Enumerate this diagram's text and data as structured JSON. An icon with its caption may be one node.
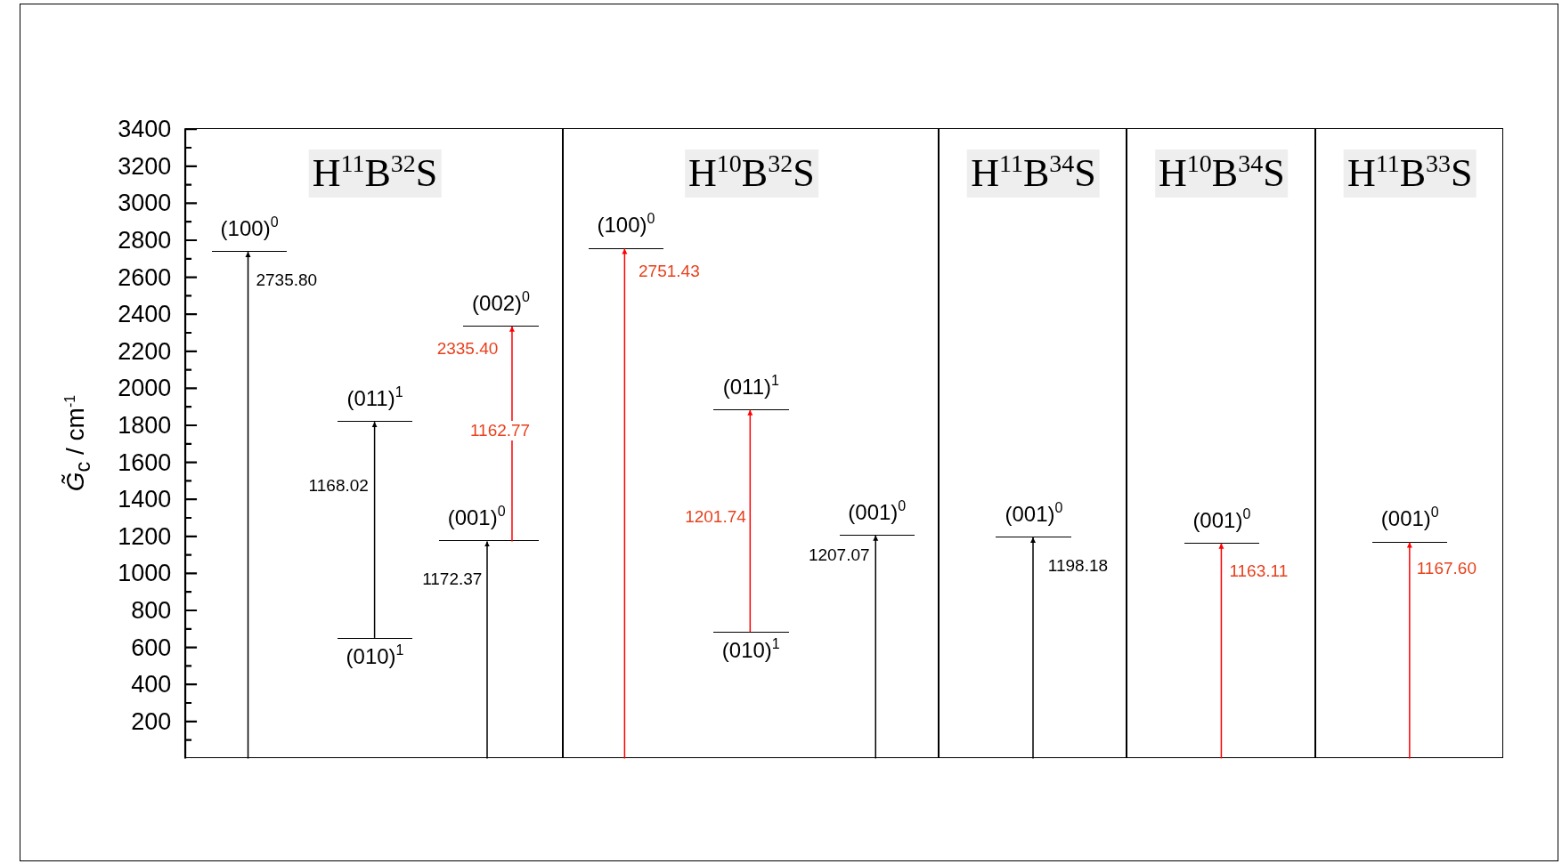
{
  "diagram": {
    "nodes": [
      {
        "text": [
          "H$^{11}$B$^{32}$S"
        ]
      },
      {
        "text": [
          "(100)$^{0}$"
        ],
        "in": 0
      },
      {
        "text": [
          "(011)$^{1}$"
        ],
        "in": 0
      },
      {
        "text": [
          "(010)$^{1}$"
        ],
        "in": 0
      },
      {
        "text": [
          "(002)$^{0}$"
        ],
        "in": 0,
        "beside": [
          "2335.40"
        ]
      },
      {
        "text": [
          "(001)$^{0}$"
        ],
        "in": 0
      },
      {
        "text": [
          "H$^{10}$B$^{32}$S"
        ]
      },
      {
        "text": [
          "(100)$^{0}$"
        ],
        "in": 6
      },
      {
        "text": [
          "(011)$^{1}$"
        ],
        "in": 6
      },
      {
        "text": [
          "(010)$^{1}$"
        ],
        "in": 6
      },
      {
        "text": [
          "(001)$^{0}$"
        ],
        "in": 6
      },
      {
        "text": [
          "H$^{11}$B$^{34}$S"
        ]
      },
      {
        "text": [
          "(001)$^{0}$"
        ],
        "in": 11
      },
      {
        "text": [
          "H$^{10}$B$^{34}$S"
        ]
      },
      {
        "text": [
          "(001)$^{0}$"
        ],
        "in": 13
      },
      {
        "text": [
          "H$^{11}$B$^{33}$S"
        ]
      },
      {
        "text": [
          "(001)$^{0}$"
        ],
        "in": 15
      }
    ],
    "edges": [
      {
        "from": null,
        "to": 1,
        "arrow": "to",
        "label": "2735.80"
      },
      {
        "from": 3,
        "to": 2,
        "arrow": "to",
        "label": "1168.02"
      },
      {
        "from": null,
        "to": 5,
        "arrow": "to",
        "label": "1172.37"
      },
      {
        "from": 5,
        "to": 4,
        "arrow": "to",
        "label": "1162.77",
        "color": "#ff0000"
      },
      {
        "from": null,
        "to": 7,
        "arrow": "to",
        "label": "2751.43",
        "color": "#ff0000"
      },
      {
        "from": 9,
        "to": 8,
        "arrow": "to",
        "label": "1201.74",
        "color": "#ff0000"
      },
      {
        "from": null,
        "to": 10,
        "arrow": "to",
        "label": "1207.07"
      },
      {
        "from": null,
        "to": 12,
        "arrow": "to",
        "label": "1198.18"
      },
      {
        "from": null,
        "to": 14,
        "arrow": "to",
        "label": "1163.11",
        "color": "#ff0000"
      },
      {
        "from": null,
        "to": 16,
        "arrow": "to",
        "label": "1167.60",
        "color": "#ff0000"
      }
    ],
    "labels": [
      "3400",
      "3200",
      "3000",
      "2800",
      "2600",
      "2400",
      "2200",
      "2000",
      "1800",
      "1600",
      "1400",
      "1200",
      "1000",
      "800",
      "600",
      "400",
      "200",
      "*G̃*$_{c}$ / cm$^{-1}$"
    ]
  }
}
